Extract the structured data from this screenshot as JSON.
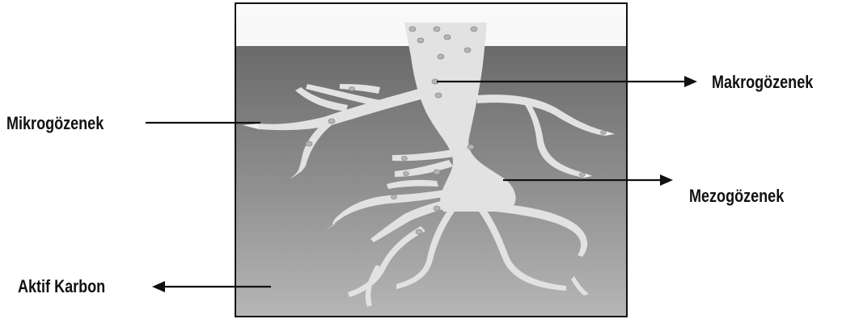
{
  "labels": {
    "macropores": "Makrogözenek",
    "micropores": "Mikrogözenek",
    "mesopores": "Mezogözenek",
    "activated_carbon": "Aktif Karbon"
  }
}
